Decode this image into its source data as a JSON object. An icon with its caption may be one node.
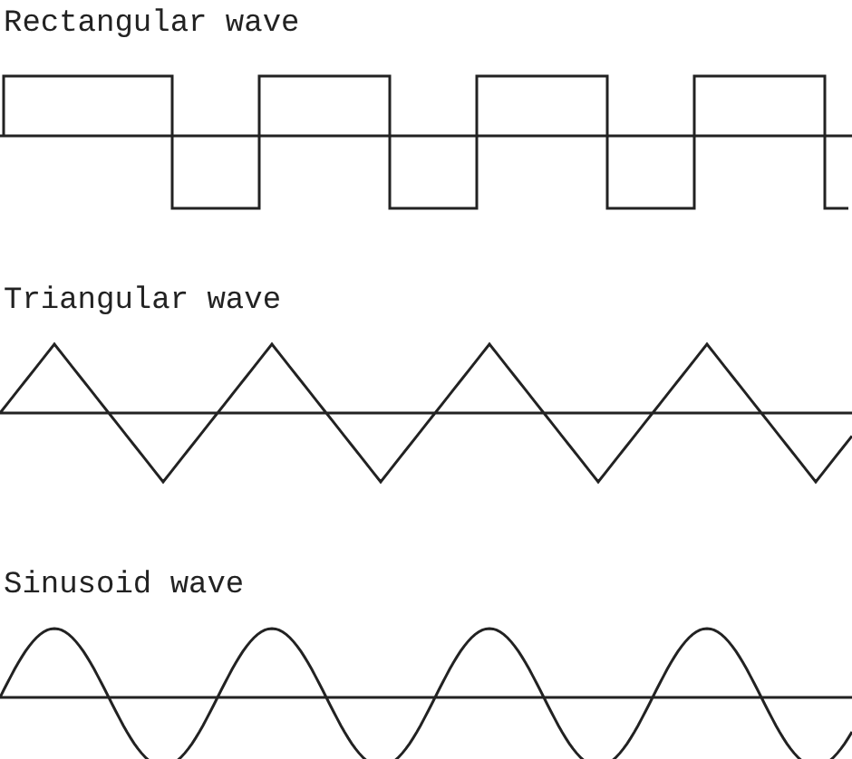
{
  "diagram": {
    "labels": [
      "Rectangular wave",
      "Triangular wave",
      "Sinusoid wave"
    ]
  }
}
